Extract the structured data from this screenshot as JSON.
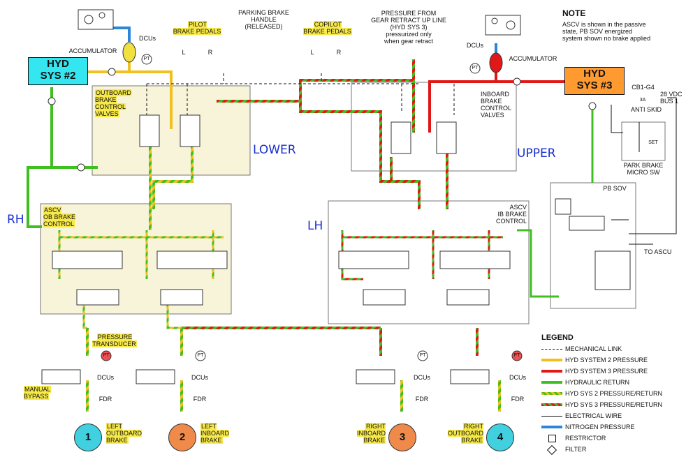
{
  "note": {
    "title": "NOTE",
    "text": "ASCV is shown in the passive\nstate, PB SOV energized\nsystem shown no brake applied"
  },
  "systems": {
    "hyd2": "HYD\nSYS #2",
    "hyd3": "HYD\nSYS #3"
  },
  "labels": {
    "accumulator_left": "ACCUMULATOR",
    "accumulator_right": "ACCUMULATOR",
    "dcus_top_left": "DCUs",
    "dcus_top_right": "DCUs",
    "pt": "PT",
    "pilot_pedals": "PILOT\nBRAKE PEDALS",
    "parking_brake": "PARKING BRAKE\nHANDLE\n(RELEASED)",
    "copilot_pedals": "COPILOT\nBRAKE PEDALS",
    "pressure_from": "PRESSURE FROM\nGEAR RETRACT UP LINE\n(HYD SYS 3)\npressurized only\nwhen gear retract",
    "outboard_valves": "OUTBOARD\nBRAKE\nCONTROL\nVALVES",
    "inboard_valves": "INBOARD\nBRAKE\nCONTROL\nVALVES",
    "lower": "LOWER",
    "upper": "UPPER",
    "rh": "RH",
    "lh": "LH",
    "ascv_ob": "ASCV\nOB BRAKE\nCONTROL",
    "ascv_ib": "ASCV\nIB BRAKE\nCONTROL",
    "cb": "CB1-G4",
    "cb_amps": "3A",
    "vdc": "28 VDC\nBUS 1",
    "anti_skid": "ANTI SKID",
    "set": "SET",
    "park_brake_sw": "PARK BRAKE\nMICRO SW",
    "pb_sov": "PB SOV",
    "to_ascu": "TO ASCU",
    "pressure_transducer": "PRESSURE\nTRANSDUCER",
    "manual_bypass": "MANUAL\nBYPASS",
    "dcus": "DCUs",
    "fdr": "FDR",
    "pedal_l": "L",
    "pedal_r": "R"
  },
  "brakes": [
    {
      "num": "1",
      "label": "LEFT\nOUTBOARD\nBRAKE",
      "color": "#40d0e0"
    },
    {
      "num": "2",
      "label": "LEFT\nINBOARD\nBRAKE",
      "color": "#f08a4a"
    },
    {
      "num": "3",
      "label": "RIGHT\nINBOARD\nBRAKE",
      "color": "#f08a4a"
    },
    {
      "num": "4",
      "label": "RIGHT\nOUTBOARD\nBRAKE",
      "color": "#40d0e0"
    }
  ],
  "legend": {
    "title": "LEGEND",
    "items": [
      {
        "label": "MECHANICAL LINK",
        "style": "dashed",
        "color": "#111111"
      },
      {
        "label": "HYD SYSTEM 2 PRESSURE",
        "style": "solid",
        "color": "#f0c020"
      },
      {
        "label": "HYD SYSTEM 3 PRESSURE",
        "style": "solid",
        "color": "#e01818"
      },
      {
        "label": "HYDRAULIC RETURN",
        "style": "solid",
        "color": "#40c020"
      },
      {
        "label": "HYD SYS 2 PRESSURE/RETURN",
        "style": "striped",
        "color": "#f0c020",
        "color2": "#40c020"
      },
      {
        "label": "HYD SYS 3 PRESSURE/RETURN",
        "style": "striped",
        "color": "#e01818",
        "color2": "#40c020"
      },
      {
        "label": "ELECTRICAL WIRE",
        "style": "thin",
        "color": "#111111"
      },
      {
        "label": "NITROGEN PRESSURE",
        "style": "solid",
        "color": "#2a86d8"
      },
      {
        "label": "RESTRICTOR",
        "style": "restrictor",
        "color": "#111111"
      },
      {
        "label": "FILTER",
        "style": "filter",
        "color": "#111111"
      }
    ]
  },
  "colors": {
    "sys2": "#f0c020",
    "sys3": "#e01818",
    "return": "#40c020",
    "nitrogen": "#2a86d8",
    "panel": "#f8f4da",
    "hyd2_box": "#33e6f0",
    "hyd3_box": "#ff9a30"
  }
}
